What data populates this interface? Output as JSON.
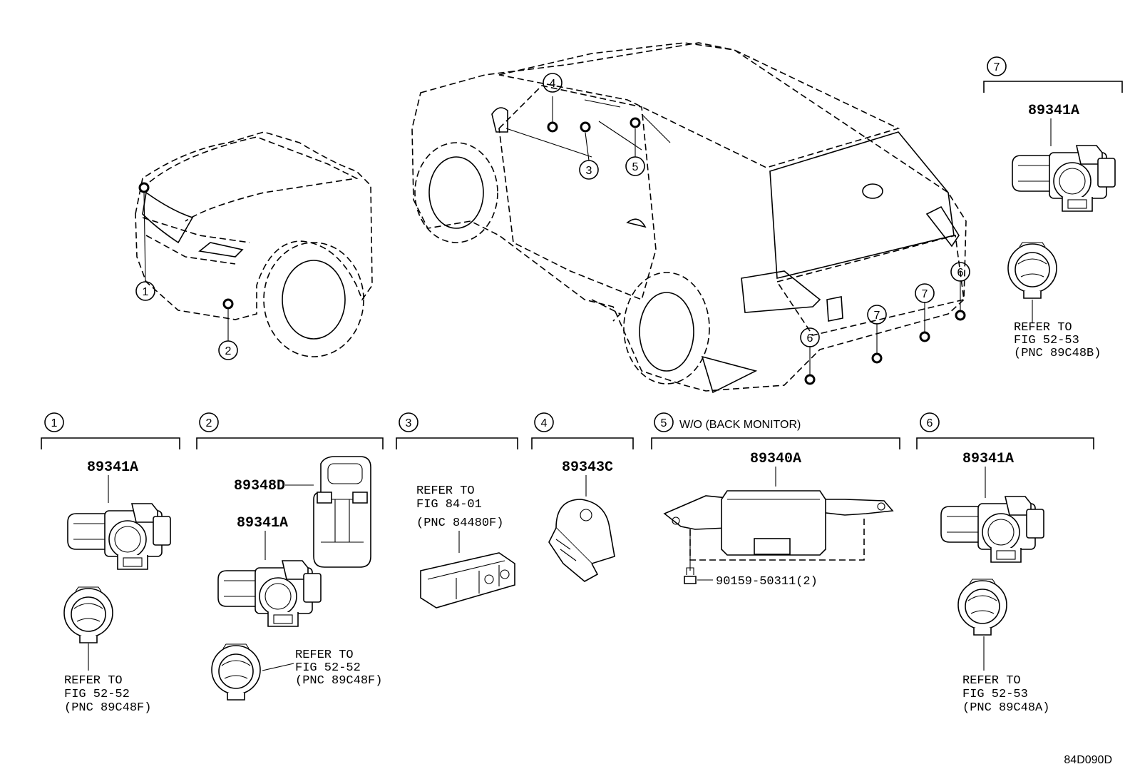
{
  "diagram_id": "84D090D",
  "callouts": {
    "c1": "1",
    "c2": "2",
    "c3": "3",
    "c4": "4",
    "c5": "5",
    "c6a": "6",
    "c6b": "6",
    "c7a": "7",
    "c7b": "7"
  },
  "sections": {
    "s1": {
      "num": "1",
      "part": "89341A",
      "ref": [
        "REFER TO",
        "FIG 52-52",
        "(PNC 89C48F)"
      ]
    },
    "s2": {
      "num": "2",
      "part_bracket": "89348D",
      "part": "89341A",
      "ref": [
        "REFER TO",
        "FIG 52-52",
        "(PNC 89C48F)"
      ]
    },
    "s3": {
      "num": "3",
      "ref": [
        "REFER TO",
        "FIG 84-01",
        "(PNC 84480F)"
      ]
    },
    "s4": {
      "num": "4",
      "part": "89343C"
    },
    "s5": {
      "num": "5",
      "note": "W/O (BACK MONITOR)",
      "part": "89340A",
      "bolt": "90159-50311(2)"
    },
    "s6": {
      "num": "6",
      "part": "89341A",
      "ref": [
        "REFER TO",
        "FIG 52-53",
        "(PNC 89C48A)"
      ]
    },
    "s7": {
      "num": "7",
      "part": "89341A",
      "ref": [
        "REFER TO",
        "FIG 52-53",
        "(PNC 89C48B)"
      ]
    }
  }
}
